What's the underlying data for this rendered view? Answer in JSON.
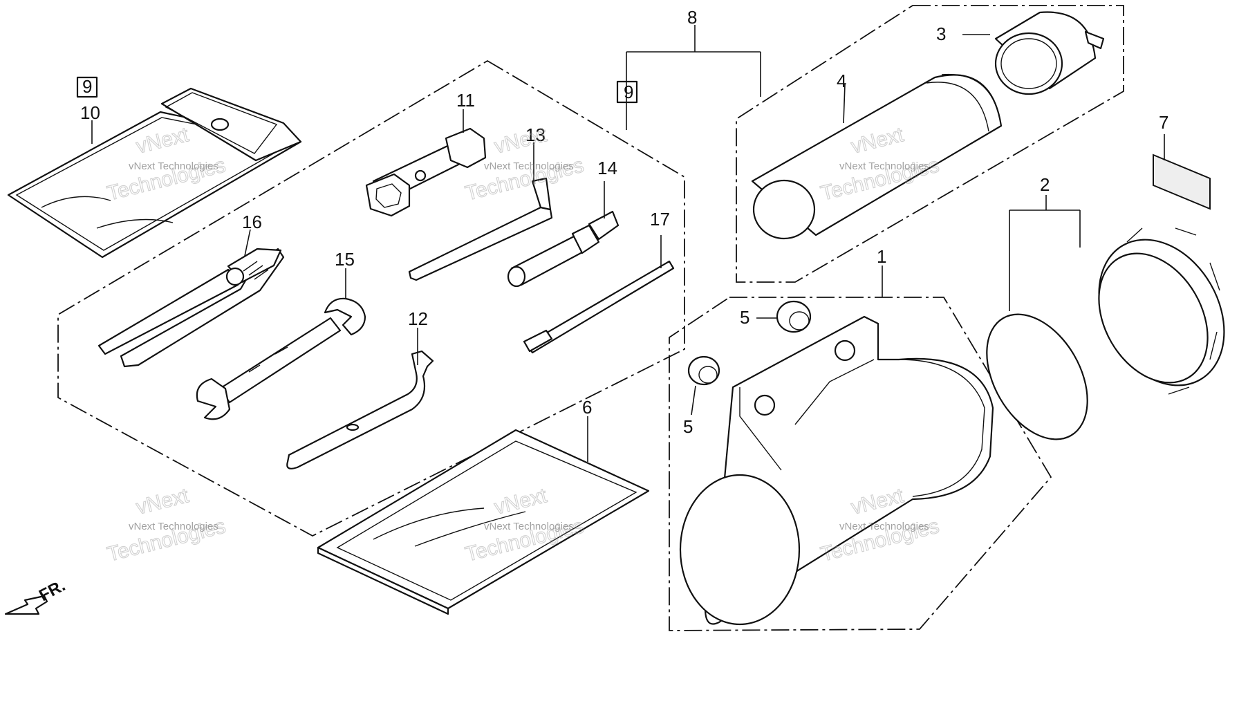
{
  "diagram": {
    "callouts": {
      "p1": "1",
      "p2": "2",
      "p3": "3",
      "p4": "4",
      "p5a": "5",
      "p5b": "5",
      "p6": "6",
      "p7": "7",
      "p8": "8",
      "p9a": "9",
      "p9b": "9",
      "p10": "10",
      "p11": "11",
      "p12": "12",
      "p13": "13",
      "p14": "14",
      "p15": "15",
      "p16": "16",
      "p17": "17"
    },
    "direction_label": "FR.",
    "watermark": {
      "line1": "vNext Technologies",
      "line2": "vNext",
      "line3": "Technologies"
    }
  }
}
